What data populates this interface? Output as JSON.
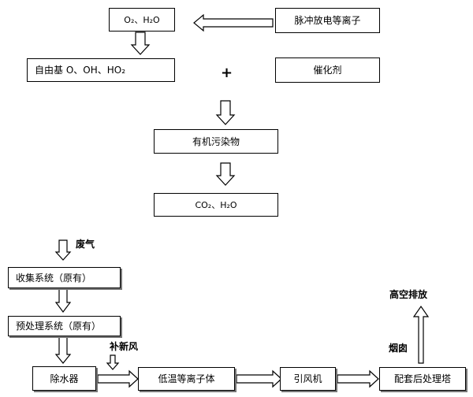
{
  "top_diagram": {
    "o2_h2o": "O₂、H₂O",
    "pulse_discharge": "脉冲放电等离子",
    "radicals": "自由基 O、OH、HO₂",
    "plus": "+",
    "catalyst": "催化剂",
    "organic_pollutants": "有机污染物",
    "co2_h2o": "CO₂、H₂O"
  },
  "process_flow": {
    "waste_gas": "废气",
    "collection": "收集系统（原有）",
    "pretreatment": "预处理系统（原有）",
    "dewater": "除水器",
    "fresh_air": "补新风",
    "plasma": "低温等离子体",
    "fan": "引风机",
    "post_treatment": "配套后处理塔",
    "flue": "烟囱",
    "discharge": "高空排放"
  }
}
